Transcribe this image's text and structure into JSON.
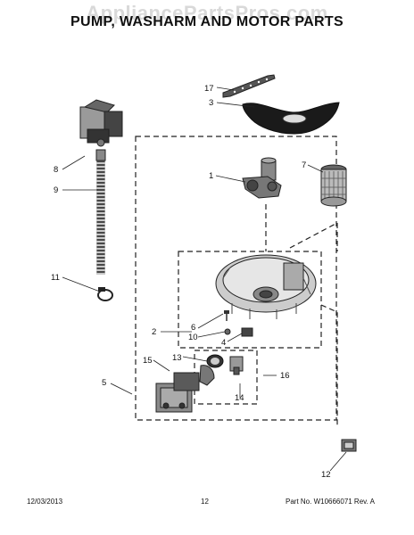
{
  "watermark": "AppliancePartsPros.com",
  "title": "PUMP, WASHARM AND MOTOR PARTS",
  "callouts": {
    "c17": "17",
    "c3": "3",
    "c8": "8",
    "c9": "9",
    "c1": "1",
    "c7": "7",
    "c11": "11",
    "c2": "2",
    "c6": "6",
    "c10": "10",
    "c4": "4",
    "c15": "15",
    "c13": "13",
    "c16": "16",
    "c5": "5",
    "c14": "14",
    "c12": "12"
  },
  "footer": {
    "date": "12/03/2013",
    "page": "12",
    "part_no": "Part No. W10666071  Rev. A"
  }
}
